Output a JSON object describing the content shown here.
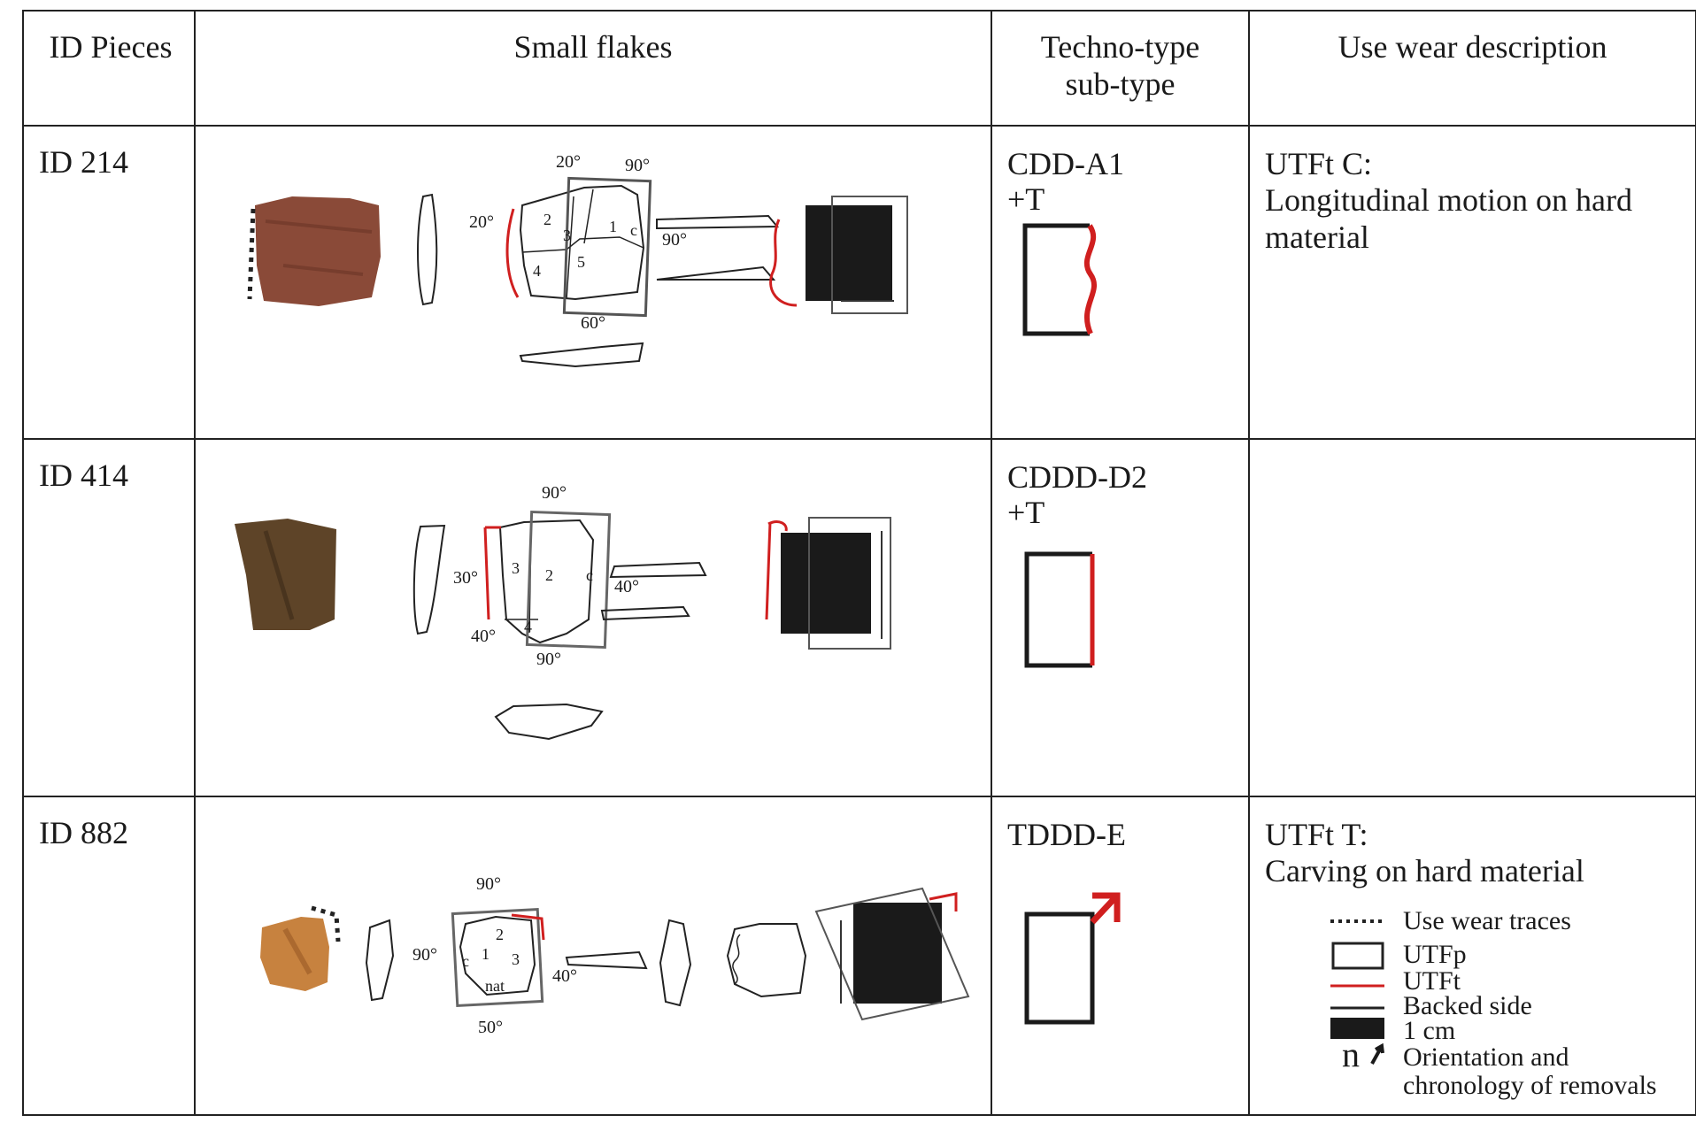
{
  "headers": {
    "id": "ID Pieces",
    "flakes": "Small flakes",
    "techno_line1": "Techno-type",
    "techno_line2": "sub-type",
    "usewear": "Use wear description"
  },
  "rows": [
    {
      "id": "ID 214",
      "techno_line1": "CDD-A1",
      "techno_line2": "+T",
      "use_line1": "UTFt C:",
      "use_line2": "Longitudinal motion on hard",
      "use_line3": "material",
      "angles": [
        "20°",
        "90°",
        "20°",
        "90°",
        "60°"
      ],
      "removals": [
        "1",
        "2",
        "3",
        "4",
        "5",
        "c"
      ]
    },
    {
      "id": "ID 414",
      "techno_line1": "CDDD-D2",
      "techno_line2": "+T",
      "use_line1": "",
      "angles": [
        "90°",
        "30°",
        "40°",
        "40°",
        "90°"
      ],
      "removals": [
        "2",
        "3",
        "4",
        "c"
      ]
    },
    {
      "id": "ID 882",
      "techno_line1": "TDDD-E",
      "techno_line2": "",
      "use_line1": "UTFt T:",
      "use_line2": "Carving on hard material",
      "angles": [
        "90°",
        "90°",
        "40°",
        "50°"
      ],
      "removals": [
        "1",
        "2",
        "3",
        "c",
        "nat"
      ]
    }
  ],
  "legend": [
    {
      "symbol": "dotted-line",
      "label": "Use wear traces"
    },
    {
      "symbol": "rectangle-outline",
      "label": "UTFp"
    },
    {
      "symbol": "red-line",
      "label": "UTFt"
    },
    {
      "symbol": "black-line",
      "label": "Backed side"
    },
    {
      "symbol": "black-block",
      "label": "1 cm"
    },
    {
      "symbol": "n-arrow",
      "label": "Orientation and",
      "label2": "chronology of removals"
    }
  ],
  "legend_glyph": "n",
  "colors": {
    "red": "#d01f1f",
    "black": "#1a1a1a",
    "grid": "#222222"
  }
}
